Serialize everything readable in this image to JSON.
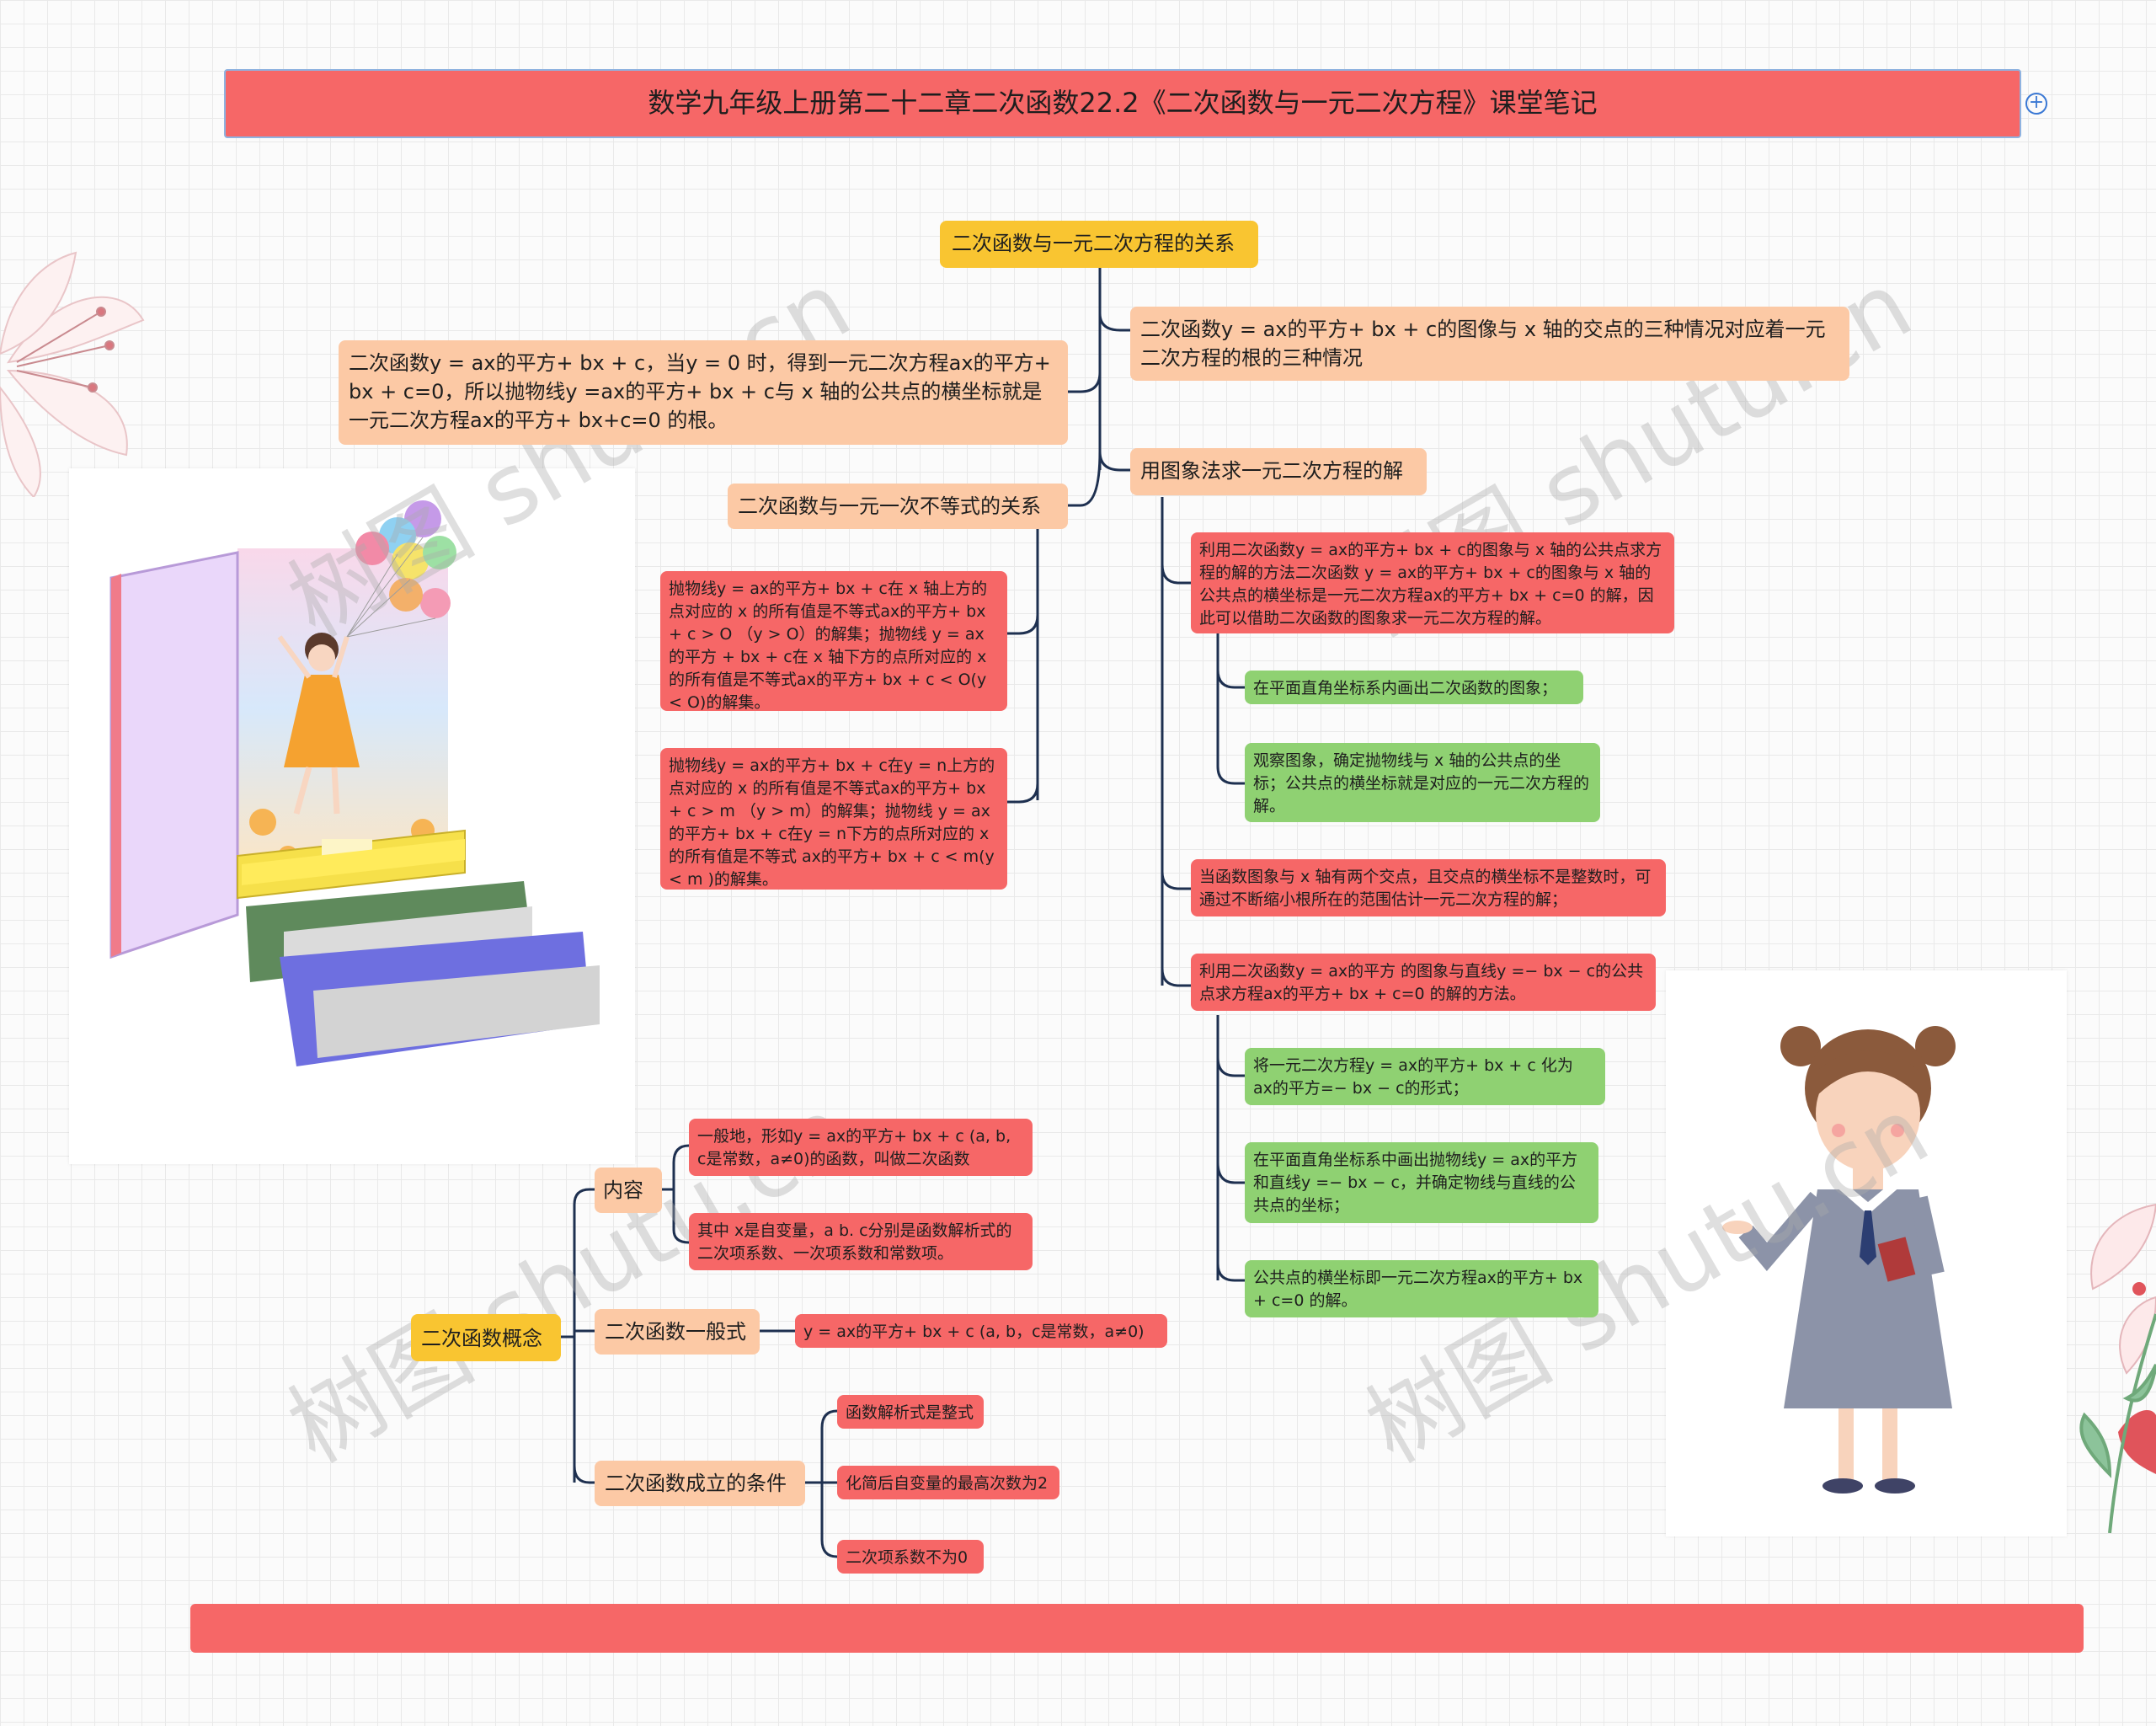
{
  "title": "数学九年级上册第二十二章二次函数22.2《二次函数与一元二次方程》课堂笔记",
  "expand_icon": "plus-circle-icon",
  "watermark": "树图 shutu.cn",
  "colors": {
    "title_bar": "#f66767",
    "peach": "#fcc9a5",
    "red": "#f66767",
    "green": "#8fd172",
    "yellow": "#f9c531",
    "line": "#1e3050"
  },
  "top_topic": {
    "label": "二次函数与一元二次方程的关系",
    "left_note": "二次函数y = ax的平方+ bx + c，当y = 0 时，得到一元二次方程ax的平方+ bx + c=0，所以抛物线y =ax的平方+ bx + c与 x 轴的公共点的横坐标就是一元二次方程ax的平方+ bx+c=0 的根。",
    "inequality": {
      "label": "二次函数与一元一次不等式的关系",
      "items": [
        "抛物线y = ax的平方+ bx + c在 x 轴上方的点对应的 x 的所有值是不等式ax的平方+ bx + c > O （y > O）的解集；抛物线 y = ax的平方 + bx + c在 x 轴下方的点所对应的 x 的所有值是不等式ax的平方+ bx + c < O(y < O)的解集。",
        "抛物线y = ax的平方+ bx + c在y = n上方的点对应的 x 的所有值是不等式ax的平方+ bx + c > m （y > m）的解集；抛物线 y = ax的平方+ bx + c在y = n下方的点所对应的 x 的所有值是不等式 ax的平方+ bx + c < m(y < m )的解集。"
      ]
    },
    "three_cases": "二次函数y = ax的平方+ bx + c的图像与 x 轴的交点的三种情况对应着一元二次方程的根的三种情况",
    "graph_method": {
      "label": "用图象法求一元二次方程的解",
      "method1": "利用二次函数y = ax的平方+ bx + c的图象与 x 轴的公共点求方程的解的方法二次函数 y = ax的平方+ bx + c的图象与 x 轴的公共点的横坐标是一元二次方程ax的平方+ bx + c=0 的解，因此可以借助二次函数的图象求一元二次方程的解。",
      "method1_steps": [
        "在平面直角坐标系内画出二次函数的图象；",
        "观察图象，确定抛物线与 x 轴的公共点的坐标；公共点的横坐标就是对应的一元二次方程的解。"
      ],
      "estimate": "当函数图象与 x 轴有两个交点，且交点的横坐标不是整数时，可通过不断缩小根所在的范围估计一元二次方程的解；",
      "method2": "利用二次函数y = ax的平方 的图象与直线y =− bx − c的公共点求方程ax的平方+ bx + c=0 的解的方法。",
      "method2_steps": [
        "将一元二次方程y = ax的平方+ bx + c 化为 ax的平方=− bx − c的形式；",
        "在平面直角坐标系中画出抛物线y = ax的平方 和直线y =− bx − c，并确定物线与直线的公共点的坐标；",
        "公共点的横坐标即一元二次方程ax的平方+ bx + c=0 的解。"
      ]
    }
  },
  "concept_topic": {
    "label": "二次函数概念",
    "content": {
      "label": "内容",
      "items": [
        "一般地，形如y = ax的平方+ bx + c (a, b, c是常数，a≠0)的函数，叫做二次函数",
        "其中 x是自变量，a b. c分别是函数解析式的二次项系数、一次项系数和常数项。"
      ]
    },
    "general_form": {
      "label": "二次函数一般式",
      "item": "y = ax的平方+ bx + c (a, b，c是常数，a≠0)"
    },
    "conditions": {
      "label": "二次函数成立的条件",
      "items": [
        "函数解析式是整式",
        "化简后自变量的最高次数为2",
        "二次项系数不为0"
      ]
    }
  },
  "decorations": [
    "lily-flower-icon",
    "book-girl-balloons-illustration",
    "student-girl-illustration"
  ]
}
